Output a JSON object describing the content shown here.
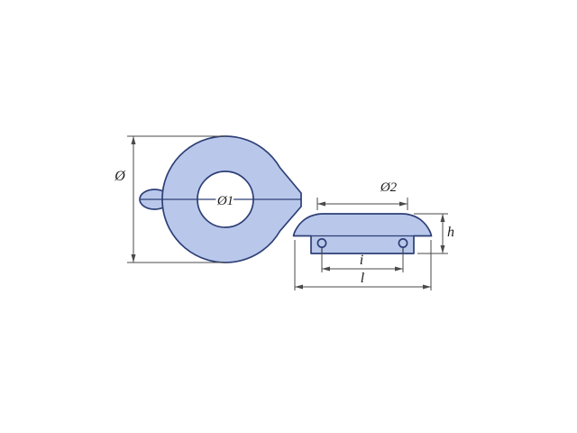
{
  "canvas": {
    "background": "#ffffff"
  },
  "diagram": {
    "type": "technical-drawing",
    "views": {
      "front": {
        "labels": {
          "outer_diameter": "Ø",
          "bore_diameter": "Ø1"
        }
      },
      "side": {
        "labels": {
          "flange_diameter": "Ø2",
          "height": "h",
          "hole_spacing": "i",
          "overall_width": "l"
        }
      }
    },
    "colors": {
      "part_fill": "#b9c8ea",
      "part_outline": "#2d3f76",
      "bore_fill": "#ffffff",
      "dimension_lines": "#4a4a4a",
      "label_text": "#1f1f1f"
    }
  }
}
